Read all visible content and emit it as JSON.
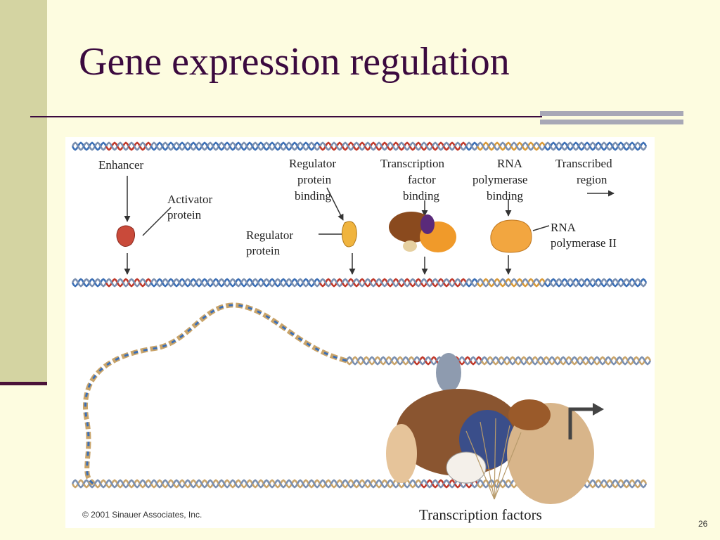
{
  "slide": {
    "title": "Gene expression regulation",
    "number": "26"
  },
  "figure": {
    "labels": {
      "enhancer": "Enhancer",
      "activator_1": "Activator",
      "activator_2": "protein",
      "regulator_binding_1": "Regulator",
      "regulator_binding_2": "protein",
      "regulator_binding_3": "binding",
      "regulator_protein_1": "Regulator",
      "regulator_protein_2": "protein",
      "tf_binding_1": "Transcription",
      "tf_binding_2": "factor",
      "tf_binding_3": "binding",
      "rnap_binding_1": "RNA",
      "rnap_binding_2": "polymerase",
      "rnap_binding_3": "binding",
      "transcribed_1": "Transcribed",
      "transcribed_2": "region",
      "rnap_protein_1": "RNA",
      "rnap_protein_2": "polymerase II",
      "transcription_factors": "Transcription factors",
      "copyright": "© 2001 Sinauer Associates, Inc."
    }
  },
  "colors": {
    "background": "#FDFCE0",
    "side_bar": "#D4D4A2",
    "title": "#3B0A3F",
    "accent_bars": "#A8A8B6",
    "dna_blue": "#3C6FB5",
    "dna_red": "#C0392B",
    "dna_orange": "#D89A3A",
    "dna_tan": "#C9A46A"
  }
}
